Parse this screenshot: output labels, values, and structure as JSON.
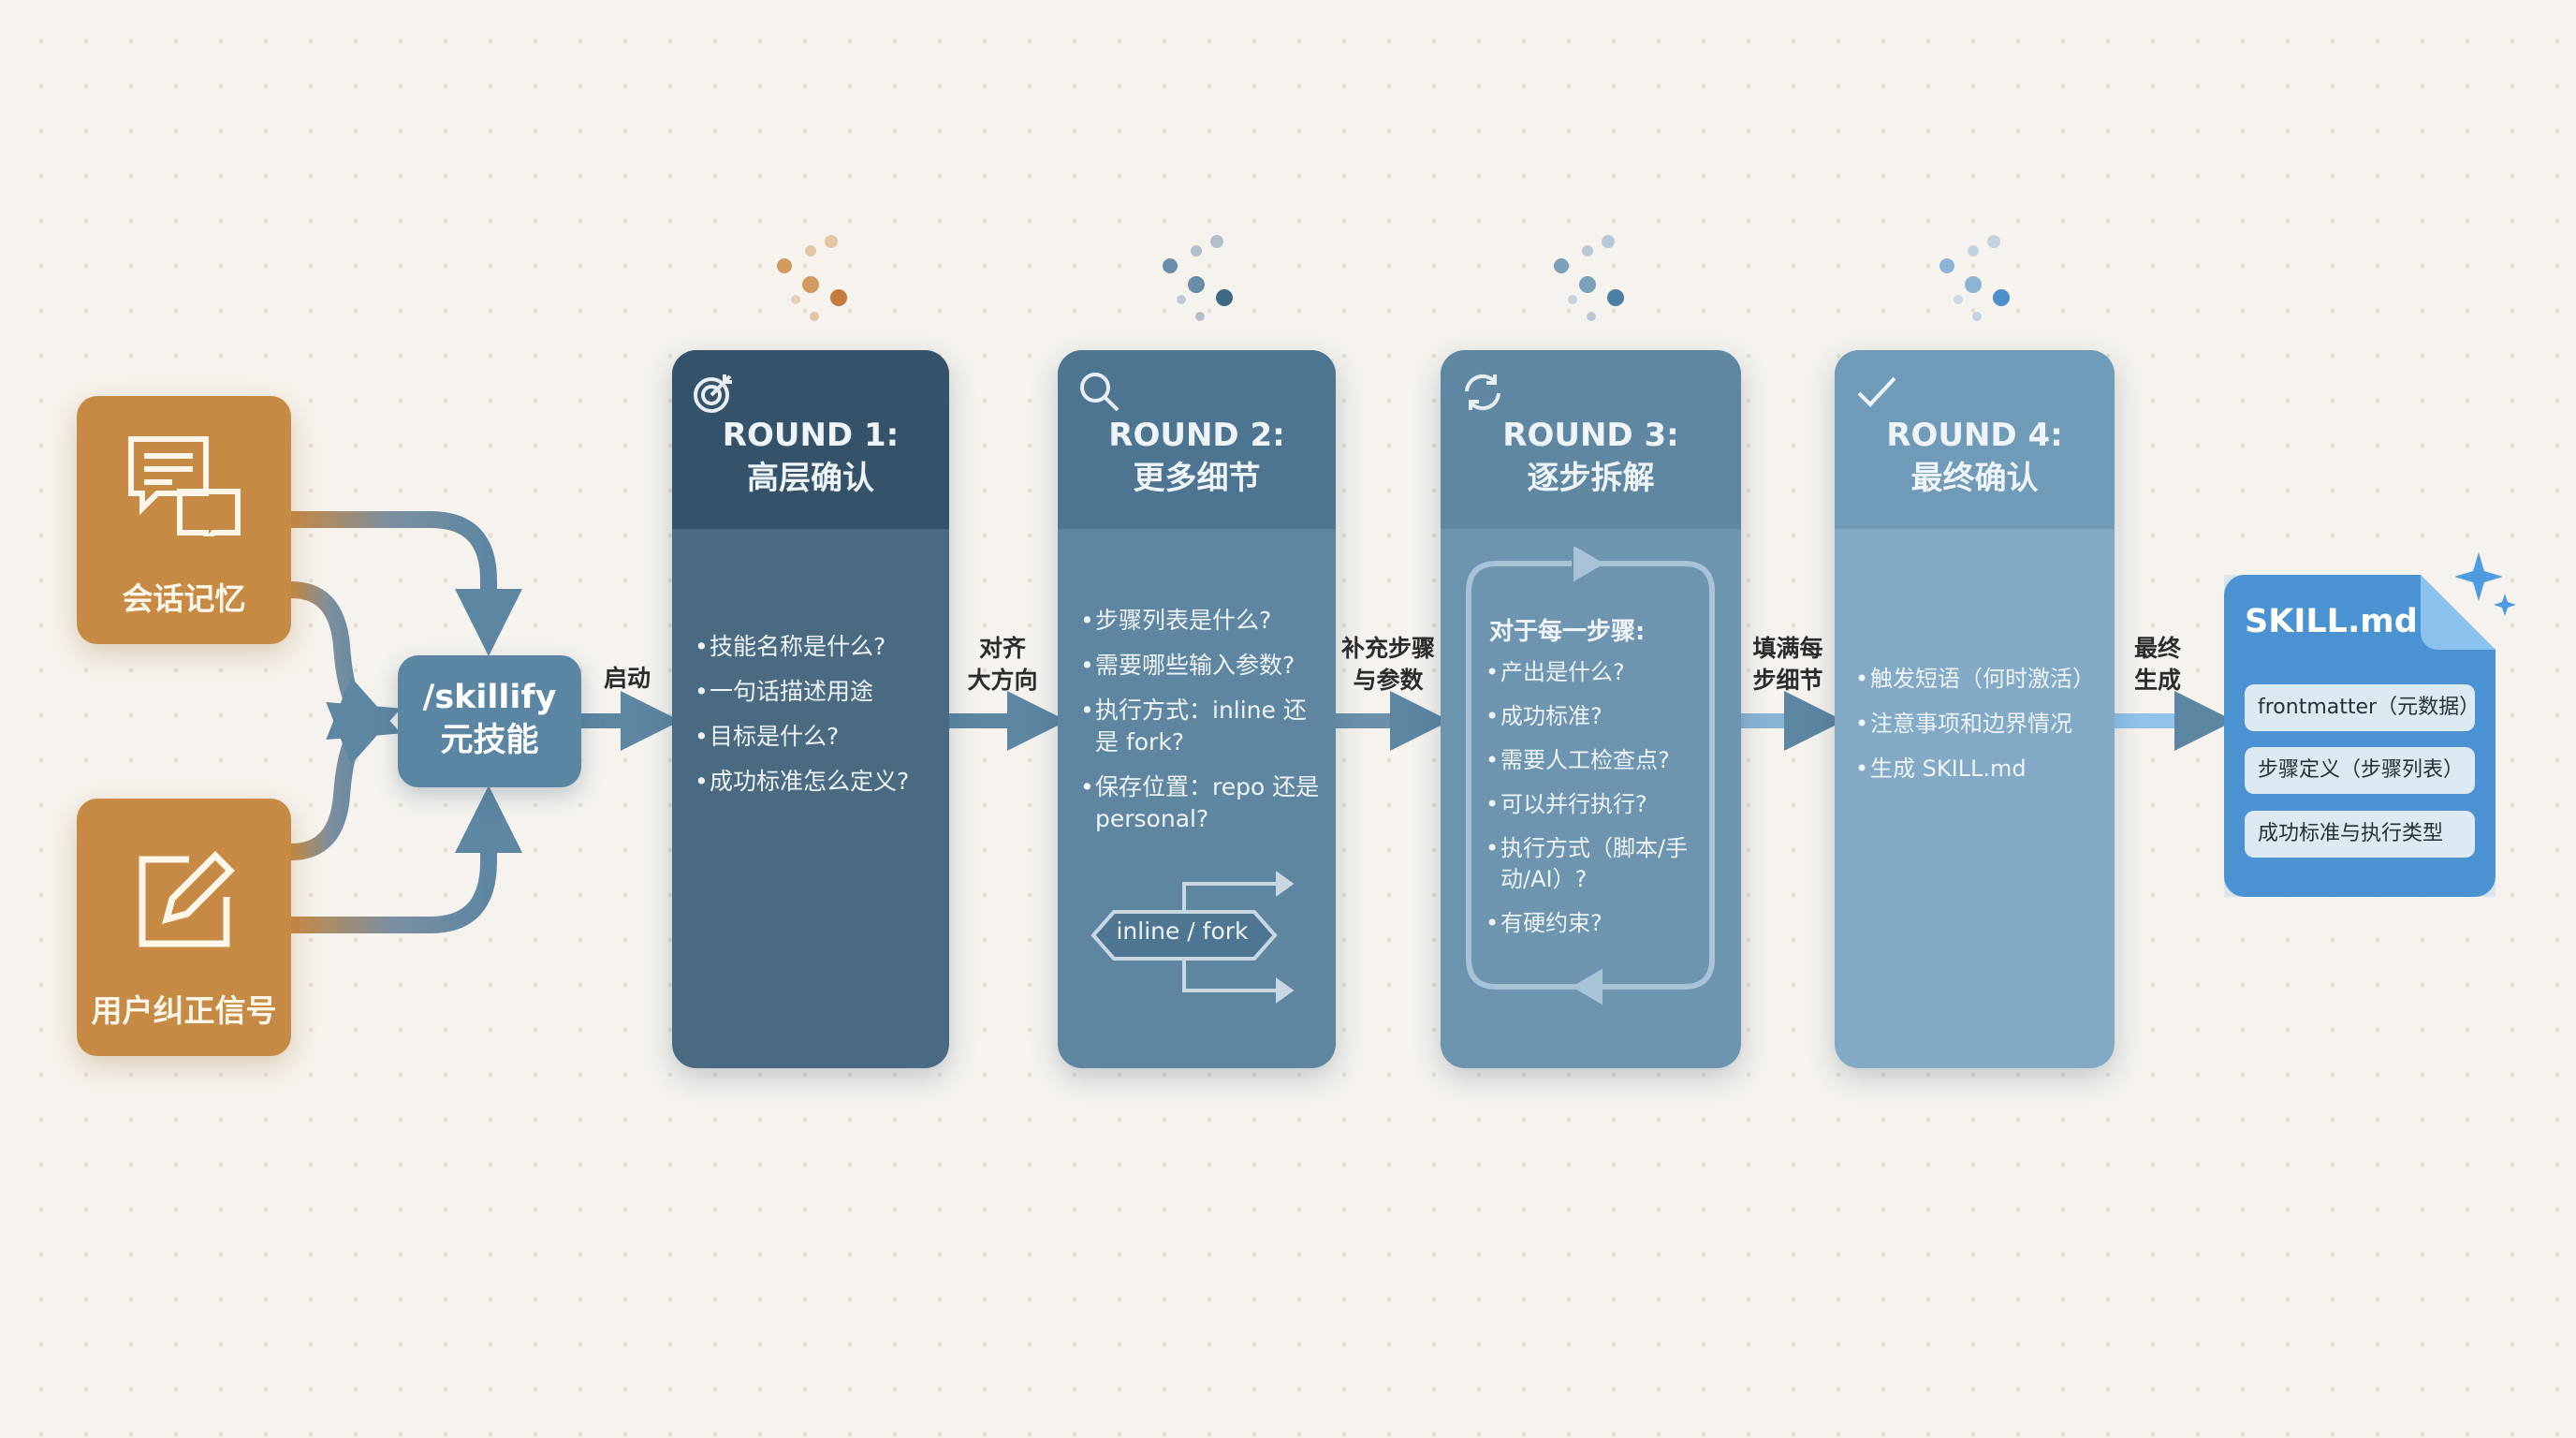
{
  "sources": [
    {
      "label": "会话记忆",
      "icon": "chat-bubbles-icon"
    },
    {
      "label": "用户纠正信号",
      "icon": "edit-icon"
    }
  ],
  "hub": {
    "line1": "/skillify",
    "line2": "元技能"
  },
  "arrows": [
    "启动",
    "对齐\n大方向",
    "补充步骤\n与参数",
    "填满每\n步细节",
    "最终\n生成"
  ],
  "rounds": [
    {
      "title": "ROUND 1:",
      "subtitle": "高层确认",
      "icon": "target-icon",
      "items": [
        "技能名称是什么?",
        "一句话描述用途",
        "目标是什么?",
        "成功标准怎么定义?"
      ]
    },
    {
      "title": "ROUND 2:",
      "subtitle": "更多细节",
      "icon": "search-icon",
      "items": [
        "步骤列表是什么?",
        "需要哪些输入参数?",
        "执行方式：inline 还是 fork?",
        "保存位置：repo 还是 personal?"
      ],
      "branch_label": "inline / fork"
    },
    {
      "title": "ROUND 3:",
      "subtitle": "逐步拆解",
      "icon": "refresh-icon",
      "loop_heading": "对于每一步骤:",
      "items": [
        "产出是什么?",
        "成功标准?",
        "需要人工检查点?",
        "可以并行执行?",
        "执行方式（脚本/手动/AI）?",
        "有硬约束?"
      ]
    },
    {
      "title": "ROUND 4:",
      "subtitle": "最终确认",
      "icon": "check-icon",
      "items": [
        "触发短语（何时激活）",
        "注意事项和边界情况",
        "生成 SKILL.md"
      ]
    }
  ],
  "output": {
    "title": "SKILL.md",
    "sections": [
      "frontmatter（元数据）",
      "步骤定义（步骤列表）",
      "成功标准与执行类型"
    ]
  },
  "colors": {
    "source": "#c68a44",
    "hub": "#5b86a3",
    "output": "#4b92d2"
  }
}
